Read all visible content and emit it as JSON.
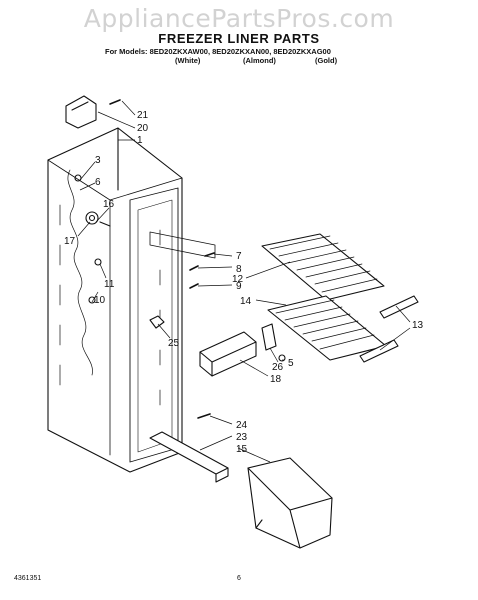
{
  "watermark": "AppliancePartsPros.com",
  "title": "FREEZER LINER PARTS",
  "models_line": "For Models: 8ED20ZKXAW00, 8ED20ZKXAN00, 8ED20ZKXAG00",
  "variants": [
    "(White)",
    "(Almond)",
    "(Gold)"
  ],
  "callouts": [
    "21",
    "20",
    "1",
    "3",
    "6",
    "16",
    "17",
    "11",
    "10",
    "25",
    "7",
    "8",
    "9",
    "12",
    "14",
    "13",
    "5",
    "26",
    "18",
    "24",
    "23",
    "15"
  ],
  "footer": {
    "part_number": "4361351",
    "page": "6"
  }
}
